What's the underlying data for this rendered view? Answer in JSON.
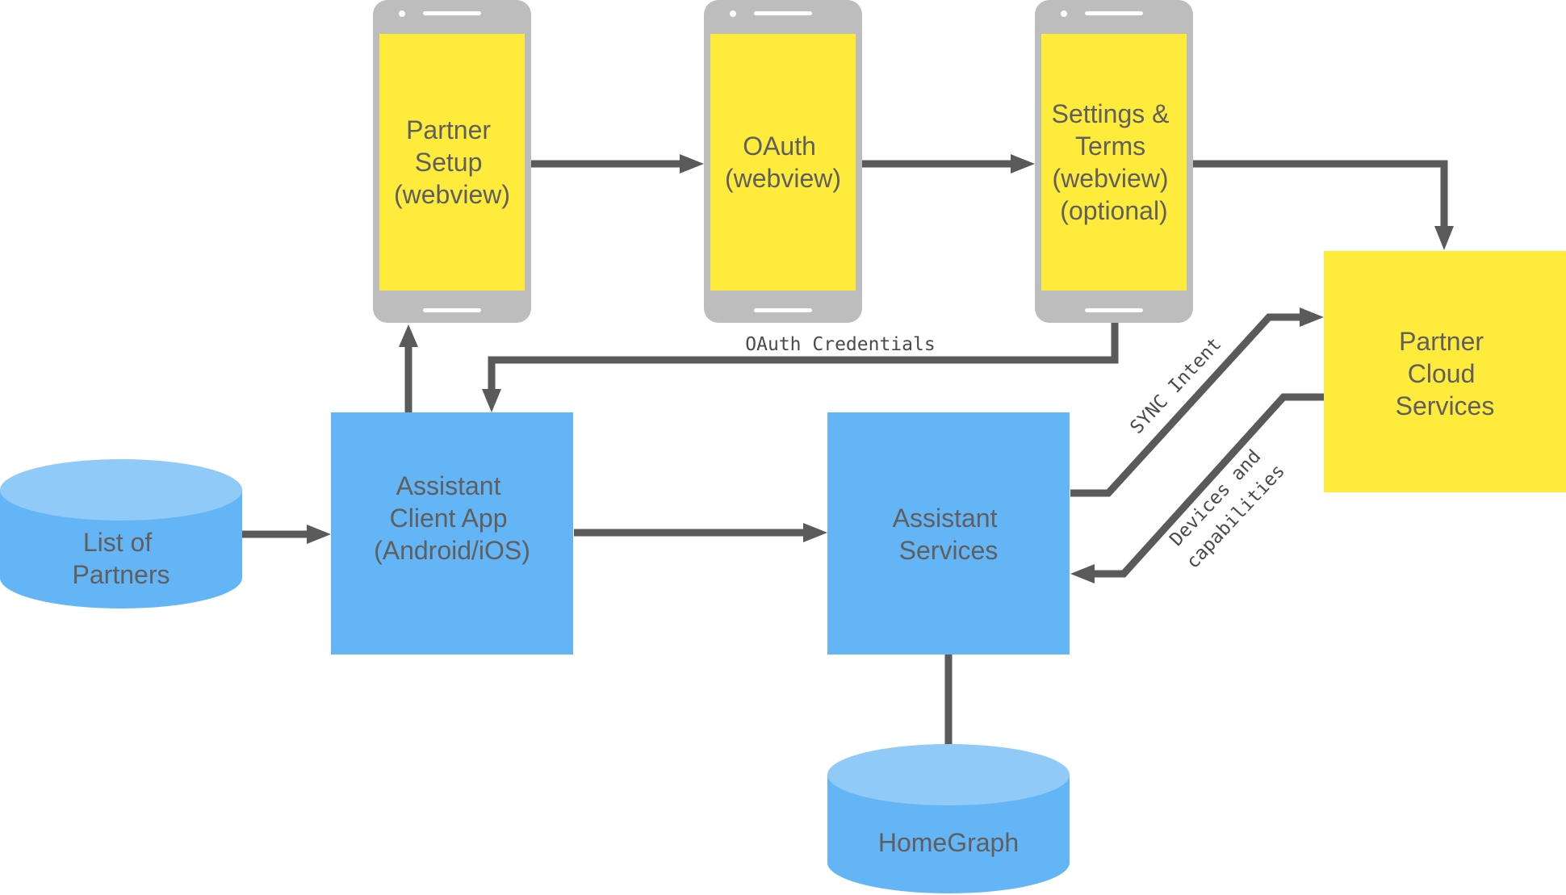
{
  "colors": {
    "background": "#ffffff",
    "phone_body": "#bdbdbd",
    "phone_screen": "#ffeb3b",
    "phone_detail": "#ffffff",
    "blue_box": "#64b5f6",
    "blue_cylinder_top": "#90caf9",
    "yellow_box": "#ffeb3b",
    "arrow": "#5a5a5a",
    "text": "#5f5f5f"
  },
  "nodes": {
    "partner_setup": {
      "lines": [
        "Partner",
        "Setup",
        "(webview)"
      ],
      "shape": "phone"
    },
    "oauth": {
      "lines": [
        "OAuth",
        "(webview)"
      ],
      "shape": "phone"
    },
    "settings_terms": {
      "lines": [
        "Settings &",
        "Terms",
        "(webview)",
        "(optional)"
      ],
      "shape": "phone"
    },
    "partner_cloud": {
      "lines": [
        "Partner",
        "Cloud",
        "Services"
      ],
      "shape": "box"
    },
    "assistant_client": {
      "lines": [
        "Assistant",
        "Client App",
        "(Android/iOS)"
      ],
      "shape": "box"
    },
    "assistant_services": {
      "lines": [
        "Assistant",
        "Services"
      ],
      "shape": "box"
    },
    "list_partners": {
      "lines": [
        "List of",
        "Partners"
      ],
      "shape": "cylinder"
    },
    "homegraph": {
      "lines": [
        "HomeGraph"
      ],
      "shape": "cylinder"
    }
  },
  "edges": {
    "oauth_credentials": "OAuth Credentials",
    "sync_intent": "SYNC Intent",
    "devices_line1": "Devices and",
    "devices_line2": "capabilities"
  }
}
